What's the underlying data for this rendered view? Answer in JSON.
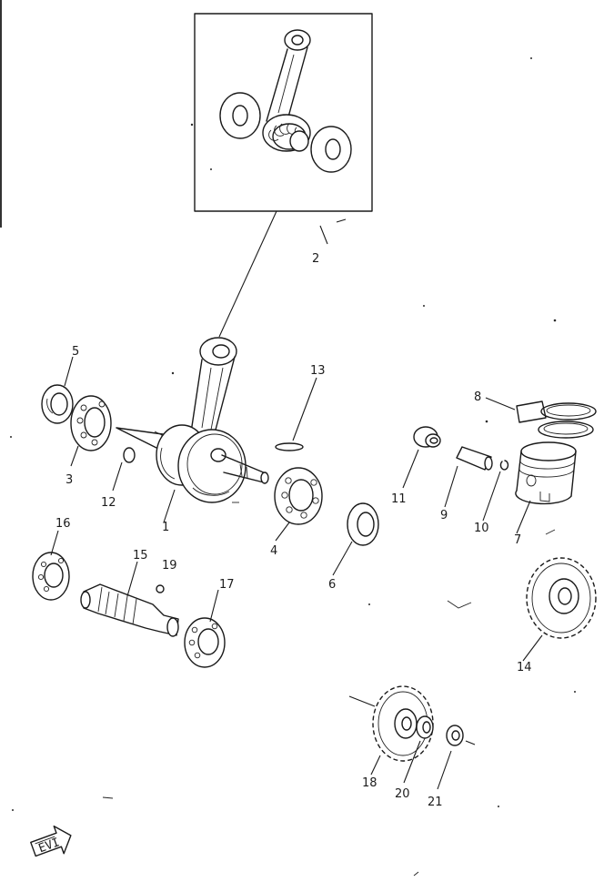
{
  "diagram": {
    "callouts": {
      "p1": "1",
      "p2": "2",
      "p3": "3",
      "p4": "4",
      "p5": "5",
      "p6": "6",
      "p7": "7",
      "p8": "8",
      "p9": "9",
      "p10": "10",
      "p11": "11",
      "p12": "12",
      "p13": "13",
      "p14": "14",
      "p15": "15",
      "p16": "16",
      "p17": "17",
      "p18": "18",
      "p19": "19",
      "p20": "20",
      "p21": "21"
    },
    "section_stamp": "EVI"
  }
}
